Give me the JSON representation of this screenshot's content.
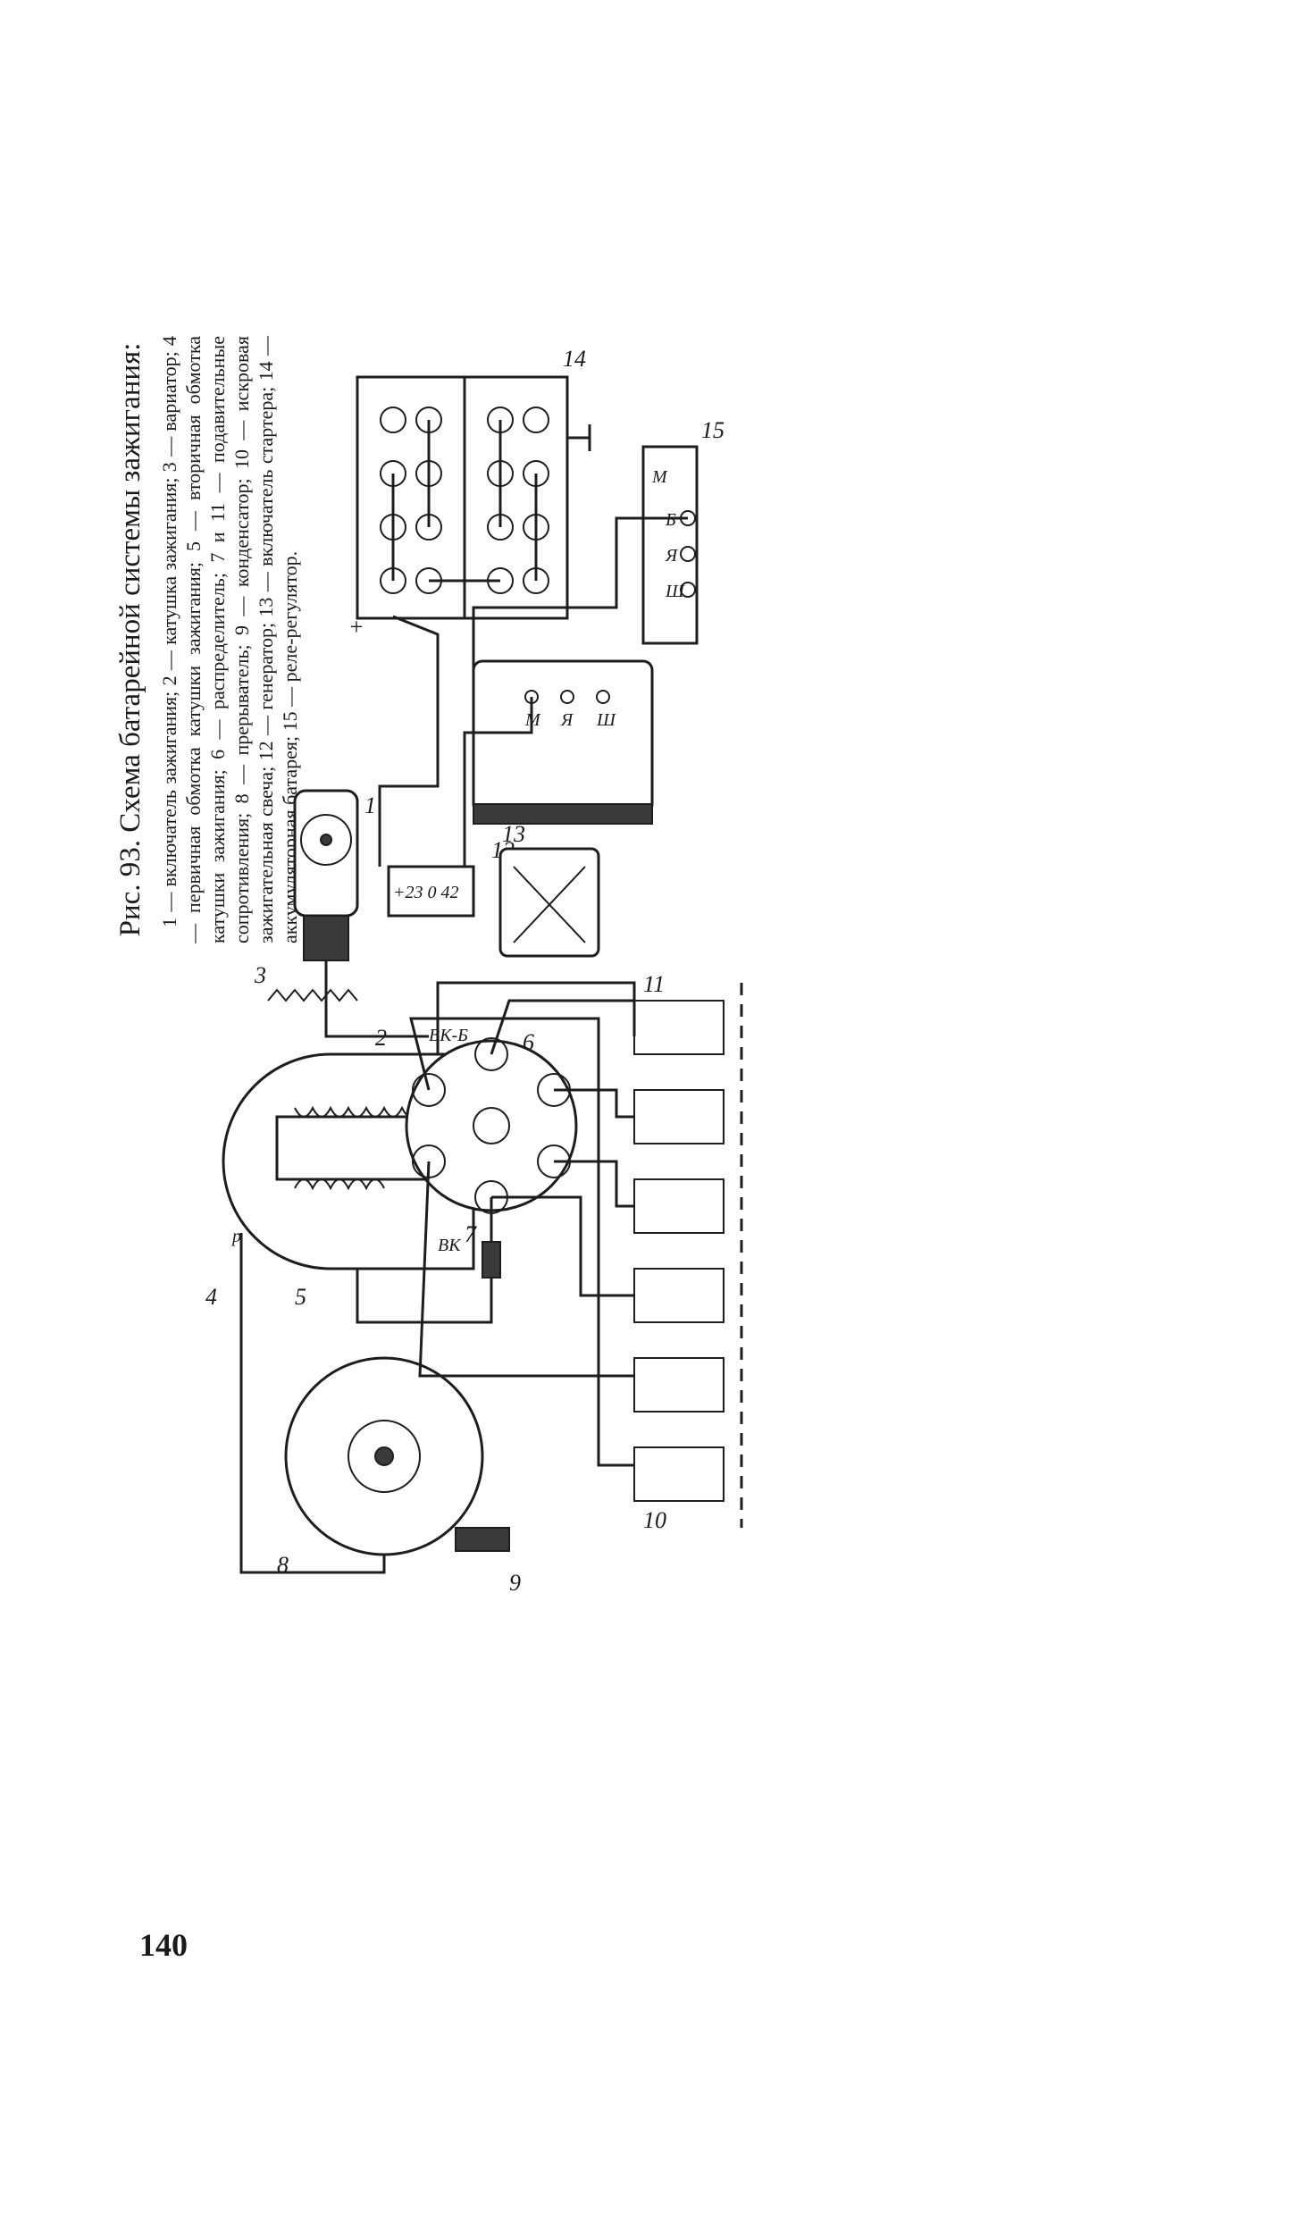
{
  "figure": {
    "title": "Рис. 93. Схема батарейной системы зажигания:",
    "legend": "1 — включатель зажигания; 2 — катушка зажигания; 3 — вариатор; 4 — первичная обмотка катушки зажигания; 5 — вторичная обмотка катушки зажигания; 6 — распределитель; 7 и 11 — подавительные сопротивления; 8 — прерыватель; 9 — конденсатор; 10 — искровая зажигательная свеча; 12 — генератор; 13 — включатель стартера; 14 — аккумуляторная батарея; 15 — реле-регулятор."
  },
  "diagram": {
    "callouts": [
      "1",
      "2",
      "3",
      "4",
      "5",
      "6",
      "7",
      "8",
      "9",
      "10",
      "11",
      "12",
      "13",
      "14",
      "15"
    ],
    "terminals": {
      "vkb": "ВК-Б",
      "vk": "ВК",
      "p": "р",
      "battery_plus": "+",
      "relay_b": "Б",
      "relay_m": "М",
      "relay_ya": "Я",
      "relay_sh": "Ш",
      "gen_m": "М",
      "gen_ya": "Я",
      "gen_sh": "Ш"
    },
    "switch_marks": "+23 0 42"
  },
  "page": {
    "number": "140"
  },
  "colors": {
    "ink": "#1d1d1d",
    "paper": "#ffffff"
  }
}
